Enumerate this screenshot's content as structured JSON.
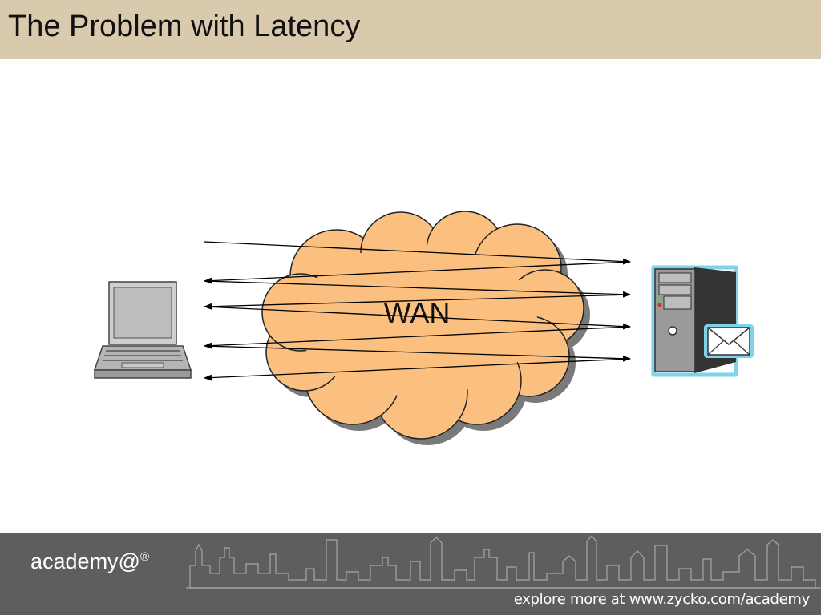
{
  "slide": {
    "title": "The Problem with Latency"
  },
  "diagram": {
    "cloud_label": "WAN"
  },
  "footer": {
    "brand": "academy@",
    "brand_mark": "®",
    "tagline": "explore more at www.zycko.com/academy"
  },
  "colors": {
    "title_bar": "#d9c9ad",
    "cloud_fill": "#fbbf80",
    "footer_bg": "#5e5e60"
  },
  "icons": [
    "laptop-icon",
    "server-icon",
    "envelope-icon",
    "cloud-shape",
    "city-skyline"
  ]
}
